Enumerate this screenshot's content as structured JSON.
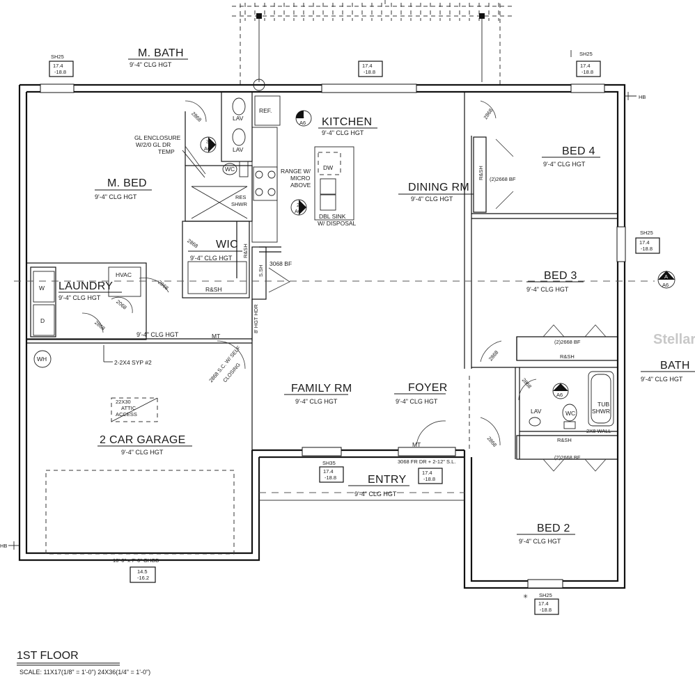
{
  "rooms": {
    "master_bath": {
      "name": "M. BATH",
      "height": "9'-4\" CLG HGT"
    },
    "master_bed": {
      "name": "M. BED",
      "height": "9'-4\" CLG HGT"
    },
    "kitchen": {
      "name": "KITCHEN",
      "height": "9'-4\" CLG HGT"
    },
    "dining": {
      "name": "DINING RM",
      "height": "9'-4\" CLG HGT"
    },
    "bed4": {
      "name": "BED 4",
      "height": "9'-4\" CLG HGT"
    },
    "bed3": {
      "name": "BED 3",
      "height": "9'-4\" CLG HGT"
    },
    "bath": {
      "name": "BATH",
      "height": "9'-4\" CLG HGT"
    },
    "wic": {
      "name": "WIC",
      "height": "9'-4\" CLG HGT"
    },
    "laundry": {
      "name": "LAUNDRY",
      "height": "9'-4\" CLG HGT"
    },
    "family": {
      "name": "FAMILY RM",
      "height": "9'-4\" CLG HGT"
    },
    "foyer": {
      "name": "FOYER",
      "height": "9'-4\" CLG HGT"
    },
    "garage": {
      "name": "2 CAR GARAGE",
      "height": "9'-4\" CLG HGT"
    },
    "entry": {
      "name": "ENTRY",
      "height": "9'-4\" CLG HGT"
    },
    "bed2": {
      "name": "BED 2",
      "height": "9'-4\" CLG HGT"
    },
    "garage_hall": {
      "height": "9'-4\" CLG HGT"
    }
  },
  "window_tags": {
    "nw": {
      "type": "SH25",
      "size": "17.4",
      "sub": "-18.8"
    },
    "top_mid": {
      "size": "17.4",
      "sub": "-18.8"
    },
    "ne": {
      "type": "SH25",
      "size": "17.4",
      "sub": "-18.8"
    },
    "east": {
      "type": "SH25",
      "size": "17.4",
      "sub": "-18.8"
    },
    "front": {
      "type": "SH35",
      "size": "17.4",
      "sub": "-18.8"
    },
    "door": {
      "size": "17.4",
      "sub": "-18.8"
    },
    "garage_door": {
      "size": "14.5",
      "sub": "-16.2"
    },
    "south": {
      "type": "SH25",
      "size": "17.4",
      "sub": "-18.8"
    }
  },
  "notes": {
    "gl_enclosure": [
      "GL ENCLOSURE",
      "W/2/0 GL DR",
      "TEMP"
    ],
    "lav": "LAV",
    "wc": "WC",
    "res_shwr": [
      "RES",
      "SHWR"
    ],
    "ref": "REF.",
    "range": [
      "RANGE W/",
      "MICRO",
      "ABOVE"
    ],
    "dw": "DW",
    "dbl_sink": [
      "DBL SINK",
      "W/ DISPOSAL"
    ],
    "door_2868": "2868",
    "bf_2668": "(2)2668 BF",
    "bf_3068": "3068 BF",
    "rsh": "R&SH",
    "ssh": "S.SH",
    "hvac": "HVAC",
    "w": "W",
    "d": "D",
    "d_2068": "2068",
    "wh": "WH",
    "mt": "MT",
    "syp": "2-2X4 SYP #2",
    "self_closing": [
      "2868 S.C. W/ SELF",
      "CLOSING"
    ],
    "hgt_hdr": "8' HGT HDR",
    "attic": [
      "22X30",
      "ATTIC",
      "ACCESS"
    ],
    "tub": [
      "TUB",
      "SHWR"
    ],
    "wall_2x8": "2X8 WALL",
    "fr_dr": "3068 FR DR + 2-12\" S.L.",
    "ohgd": "16'-0\" x 7'-0\" OHGD",
    "hb": "HB",
    "watermark": "Stellar"
  },
  "section_marks": {
    "m1": {
      "num": "1",
      "sheet": "A6"
    },
    "m2": {
      "num": "2",
      "sheet": "A6"
    },
    "m3": {
      "num": "3",
      "sheet": "A6"
    },
    "m4": {
      "num": "4",
      "sheet": "A6"
    },
    "mA": {
      "num": "A",
      "sheet": "A6"
    }
  },
  "title": "1ST FLOOR",
  "scale": "SCALE:  11X17(1/8\" = 1'-0\")  24X36(1/4\" = 1'-0\")"
}
